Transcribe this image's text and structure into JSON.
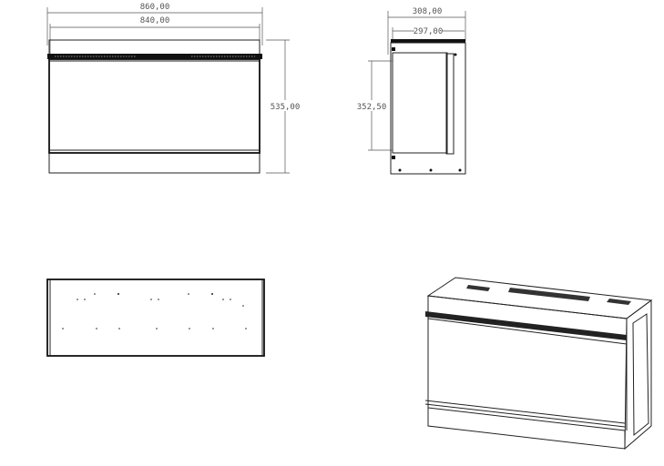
{
  "front_view": {
    "width_outer": "860,00",
    "width_inner": "840,00",
    "height": "535,00"
  },
  "side_view": {
    "depth_outer": "308,00",
    "depth_inner": "297,00",
    "opening_height": "352,50"
  },
  "colors": {
    "line": "#222222",
    "dimension": "#555555"
  }
}
